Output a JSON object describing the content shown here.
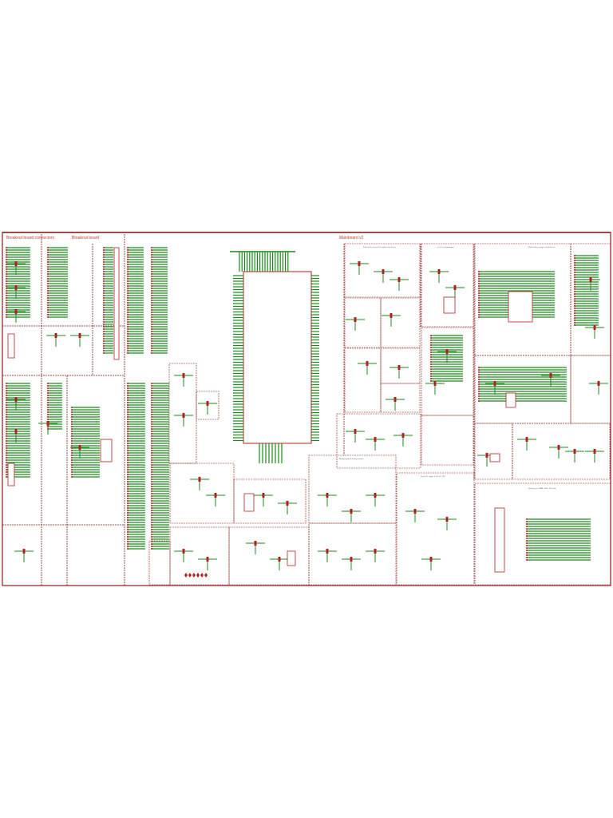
{
  "colors": {
    "frame": "#8b1a1a",
    "wire": "#1a8a1a",
    "component": "#b22222",
    "label": "#c0392b",
    "background": "#ffffff"
  },
  "sheet": {
    "section_titles": {
      "breakout_connectors": "Breakout board connectors",
      "breakout_board": "Breakout board",
      "mainboard": "Mainboard v2",
      "external_module": "External & internal I2C module connectors",
      "accelerometer": "g, & G accelerometer",
      "battery": "Main battery charger and balancer",
      "analog": "Analog inputs & analog outputs",
      "serial": "Serial I/O, inputs & DC-DC, SPI",
      "memory": "Memory (ext. RAM, Flash, SD card)"
    }
  }
}
